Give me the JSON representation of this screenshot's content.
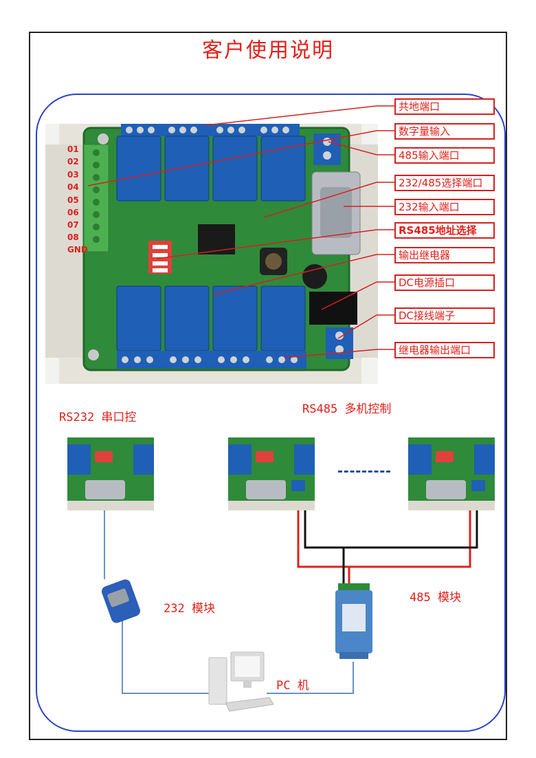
{
  "title": "客户使用说明",
  "pins": [
    "01",
    "02",
    "03",
    "04",
    "05",
    "06",
    "07",
    "08",
    "GND"
  ],
  "callouts": [
    {
      "label": "共地端口",
      "bold": false
    },
    {
      "label": "数字量输入",
      "bold": false
    },
    {
      "label": "485输入端口",
      "bold": false
    },
    {
      "label": "232/485选择端口",
      "bold": false
    },
    {
      "label": "232输入端口",
      "bold": false
    },
    {
      "label": "RS485地址选择",
      "bold": true
    },
    {
      "label": "输出继电器",
      "bold": false
    },
    {
      "label": "DC电源插口",
      "bold": false
    },
    {
      "label": "DC接线端子",
      "bold": false
    },
    {
      "label": "继电器输出端口",
      "bold": false
    }
  ],
  "sections": {
    "rs232_caption": "RS232 串口控",
    "rs485_caption": "RS485 多机控制",
    "module_232": "232 模块",
    "module_485": "485 模块",
    "pc": "PC 机"
  },
  "colors": {
    "accent_red": "#e0201a",
    "frame_blue": "#2a43c9",
    "pcb_green": "#2f8a3a",
    "relay_blue": "#1f5fb5"
  }
}
